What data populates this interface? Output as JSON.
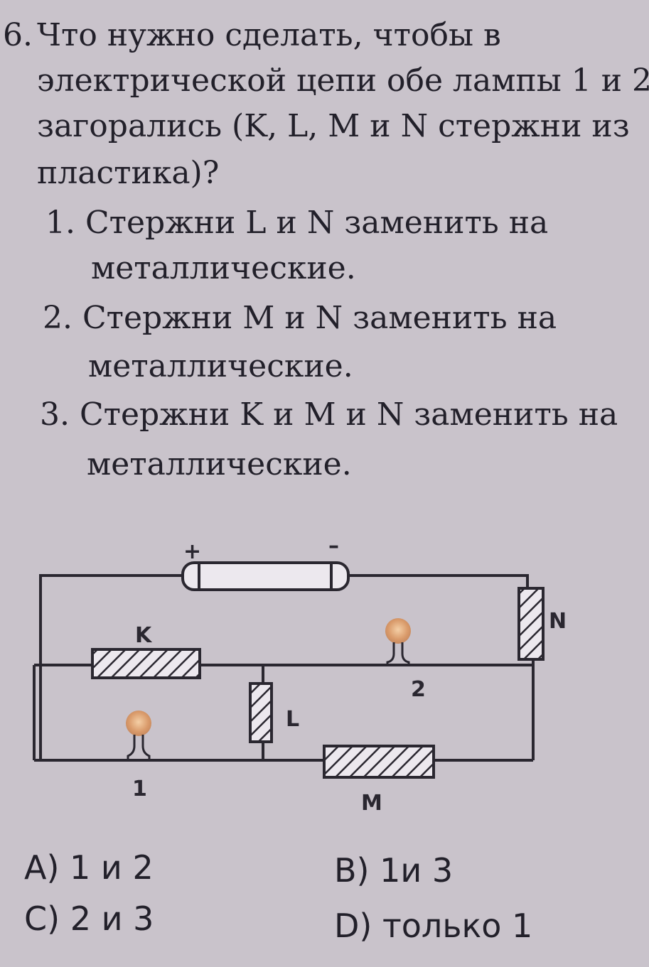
{
  "question": {
    "number": "6.",
    "lines": [
      "Что нужно сделать, чтобы в",
      "электрической цепи обе лампы 1 и 2",
      "загорались (K, L, M и N стержни из",
      "пластика)?"
    ]
  },
  "options": [
    {
      "label": "1. Стержни L и N заменить на",
      "cont": "металлические."
    },
    {
      "label": "2. Стержни M и N заменить на",
      "cont": "металлические."
    },
    {
      "label": "3. Стержни K и M и N заменить на",
      "cont": "металлические."
    }
  ],
  "diagram": {
    "battery_plus": "+",
    "battery_minus": "–",
    "rod_k": "K",
    "rod_l": "L",
    "rod_m": "M",
    "rod_n": "N",
    "lamp_1": "1",
    "lamp_2": "2"
  },
  "answers": {
    "a": "A) 1 и 2",
    "b": "B) 1и 3",
    "c": "C) 2 и  3",
    "d": "D) только 1"
  }
}
